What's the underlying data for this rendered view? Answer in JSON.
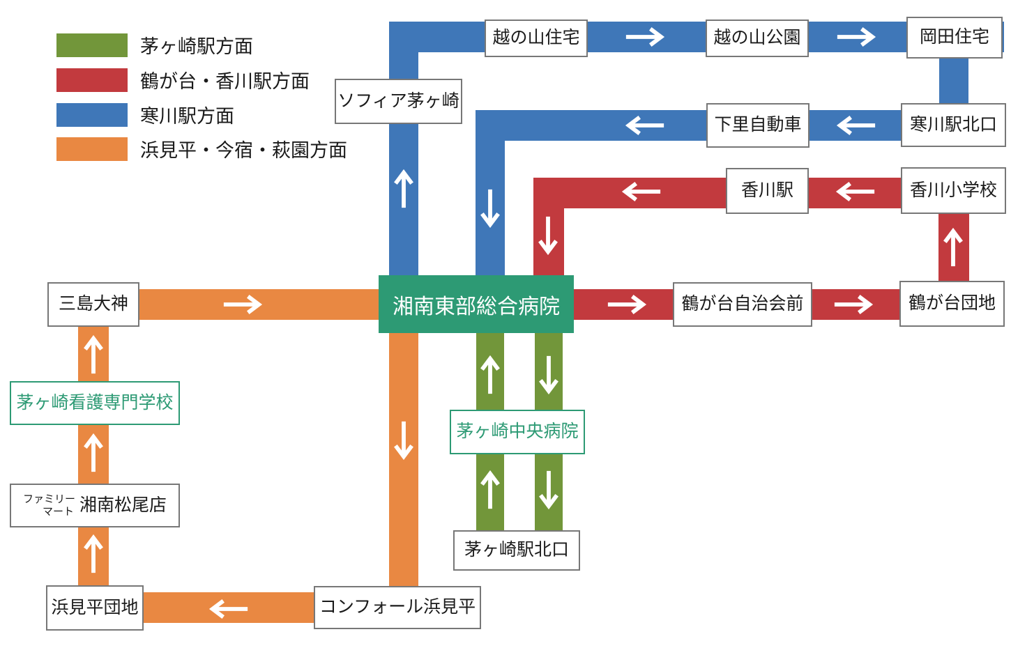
{
  "colors": {
    "blue": "#3f77b8",
    "red": "#c23a3e",
    "orange": "#e98842",
    "green": "#72963a",
    "teal": "#2d9a74",
    "arrow": "#ffffff",
    "box_border": "#777777"
  },
  "legend": {
    "items": [
      {
        "label": "茅ヶ崎駅方面",
        "color": "#72963a"
      },
      {
        "label": "鶴が台・香川駅方面",
        "color": "#c23a3e"
      },
      {
        "label": "寒川駅方面",
        "color": "#3f77b8"
      },
      {
        "label": "浜見平・今宿・萩園方面",
        "color": "#e98842"
      }
    ]
  },
  "hub": {
    "label": "湘南東部総合病院"
  },
  "landmarks": {
    "nursing_school": "茅ヶ崎看護専門学校",
    "central_hospital": "茅ヶ崎中央病院"
  },
  "familymart": {
    "brand_line1": "ファミリー",
    "brand_line2": "マート",
    "store_name": "湘南松尾店"
  },
  "stations": {
    "koshinoyama_jutaku": "越の山住宅",
    "koshinoyama_koen": "越の山公園",
    "okada_jutaku": "岡田住宅",
    "sofia_chigasaki": "ソフィア茅ヶ崎",
    "shimozato_jidosha": "下里自動車",
    "samukawa_eki_kitaguchi": "寒川駅北口",
    "kagawa_eki": "香川駅",
    "kagawa_shogakko": "香川小学校",
    "mishima_daijin": "三島大神",
    "tsurugadai_jichikaimae": "鶴が台自治会前",
    "tsurugadai_danchi": "鶴が台団地",
    "hamamidaira_danchi": "浜見平団地",
    "comfort_hamamidaira": "コンフォール浜見平",
    "chigasaki_eki_kitaguchi": "茅ヶ崎駅北口"
  }
}
